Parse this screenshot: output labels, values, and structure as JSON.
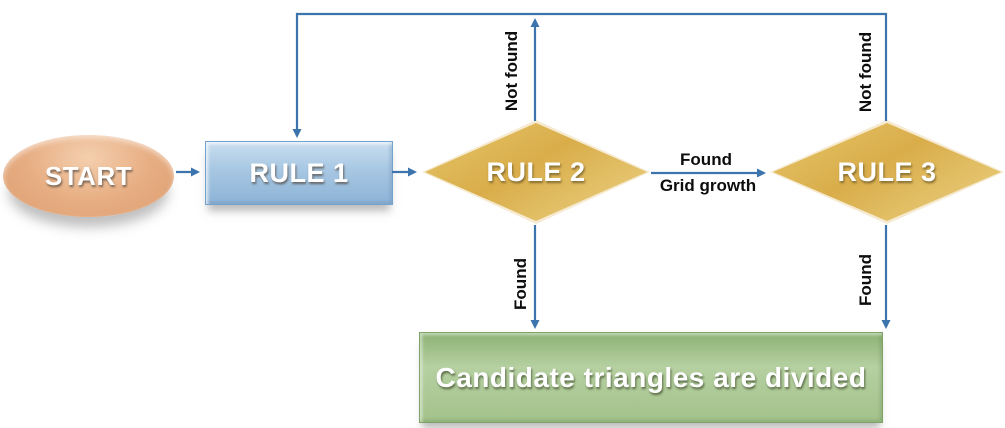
{
  "diagram": {
    "type": "flowchart",
    "nodes": {
      "start": {
        "label": "START",
        "shape": "ellipse",
        "fill": "#e7ad82"
      },
      "rule1": {
        "label": "RULE 1",
        "shape": "process",
        "fill": "#a7c7e3"
      },
      "rule2": {
        "label": "RULE 2",
        "shape": "decision",
        "fill": "#ddb452"
      },
      "rule3": {
        "label": "RULE 3",
        "shape": "decision",
        "fill": "#ddb452"
      },
      "result": {
        "label": "Candidate triangles are divided",
        "shape": "process",
        "fill": "#a9c791"
      }
    },
    "edge_labels": {
      "rule2_not_found": "Not found",
      "rule3_not_found": "Not found",
      "rule2_found": "Found",
      "rule3_found": "Found",
      "rule2_to_rule3_top": "Found",
      "rule2_to_rule3_bottom": "Grid growth"
    },
    "edges": [
      {
        "from": "start",
        "to": "rule1"
      },
      {
        "from": "rule1",
        "to": "rule2"
      },
      {
        "from": "rule2",
        "to": "rule3",
        "label": "Found Grid growth"
      },
      {
        "from": "rule2",
        "to": "rule1",
        "label": "Not found",
        "via": "top-loop"
      },
      {
        "from": "rule3",
        "to": "rule1",
        "label": "Not found",
        "via": "top-loop"
      },
      {
        "from": "rule2",
        "to": "result",
        "label": "Found"
      },
      {
        "from": "rule3",
        "to": "result",
        "label": "Found"
      }
    ],
    "colors": {
      "arrow": "#3c74ad",
      "edge_label_text": "#0d0d0d",
      "node_text": "#ffffff"
    }
  }
}
